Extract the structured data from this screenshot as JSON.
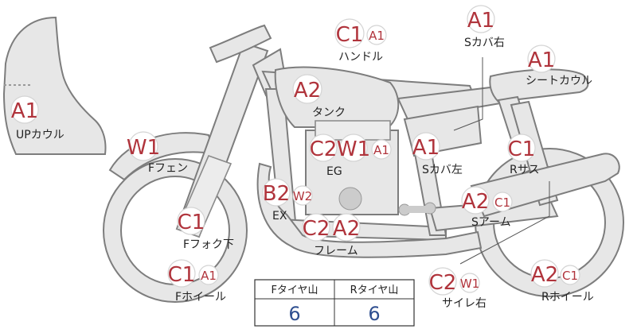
{
  "parts": {
    "upper_cowl": {
      "label": "UPカウル",
      "codes": [
        "A1"
      ]
    },
    "handle": {
      "label": "ハンドル",
      "codes": [
        "C1",
        "A1"
      ]
    },
    "tank": {
      "label": "タンク",
      "codes": [
        "A2"
      ]
    },
    "side_cover_right": {
      "label": "Sカバ右",
      "codes": [
        "A1"
      ]
    },
    "seat_cowl": {
      "label": "シートカウル",
      "codes": [
        "A1"
      ]
    },
    "front_fender": {
      "label": "Fフェン",
      "codes": [
        "W1"
      ]
    },
    "engine": {
      "label": "EG",
      "codes": [
        "C2",
        "W1",
        "A1"
      ]
    },
    "side_cover_left": {
      "label": "Sカバ左",
      "codes": [
        "A1"
      ]
    },
    "rear_suspension": {
      "label": "Rサス",
      "codes": [
        "C1"
      ]
    },
    "exhaust": {
      "label": "EX",
      "codes": [
        "B2",
        "W2"
      ]
    },
    "swing_arm": {
      "label": "Sアーム",
      "codes": [
        "A2",
        "C1"
      ]
    },
    "front_fork_lower": {
      "label": "Fフォク下",
      "codes": [
        "C1"
      ]
    },
    "frame": {
      "label": "フレーム",
      "codes": [
        "C2",
        "A2"
      ]
    },
    "front_wheel": {
      "label": "Fホイール",
      "codes": [
        "C1",
        "A1"
      ]
    },
    "silencer_right": {
      "label": "サイレ右",
      "codes": [
        "C2",
        "W1"
      ]
    },
    "rear_wheel": {
      "label": "Rホイール",
      "codes": [
        "A2",
        "C1"
      ]
    }
  },
  "tire_table": {
    "front_header": "Fタイヤ山",
    "rear_header": "Rタイヤ山",
    "front_value": "6",
    "rear_value": "6"
  },
  "colors": {
    "code_text": "#b0343c",
    "tire_value": "#2f4f90",
    "bike_fill": "#e7e7e7"
  }
}
